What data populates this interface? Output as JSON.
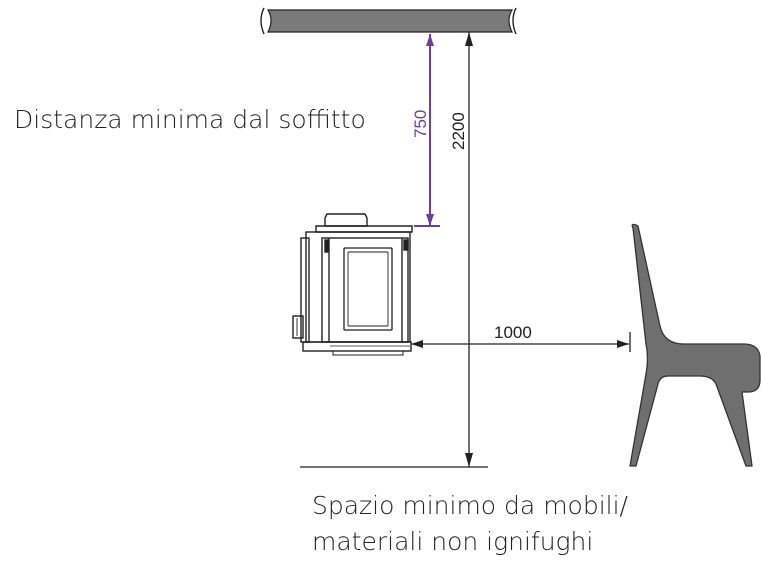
{
  "labels": {
    "ceiling_distance": "Distanza minima dal soffitto",
    "furniture_distance_line1": "Spazio minimo da mobili/",
    "furniture_distance_line2": "materiali non ignifughi"
  },
  "dimensions": {
    "ceiling_clearance": "750",
    "total_height": "2200",
    "furniture_clearance": "1000"
  },
  "colors": {
    "accent": "#6b3fa0",
    "line": "#222222",
    "chair_fill": "#6f6f6f",
    "ceiling_fill": "#7a7a7a"
  }
}
